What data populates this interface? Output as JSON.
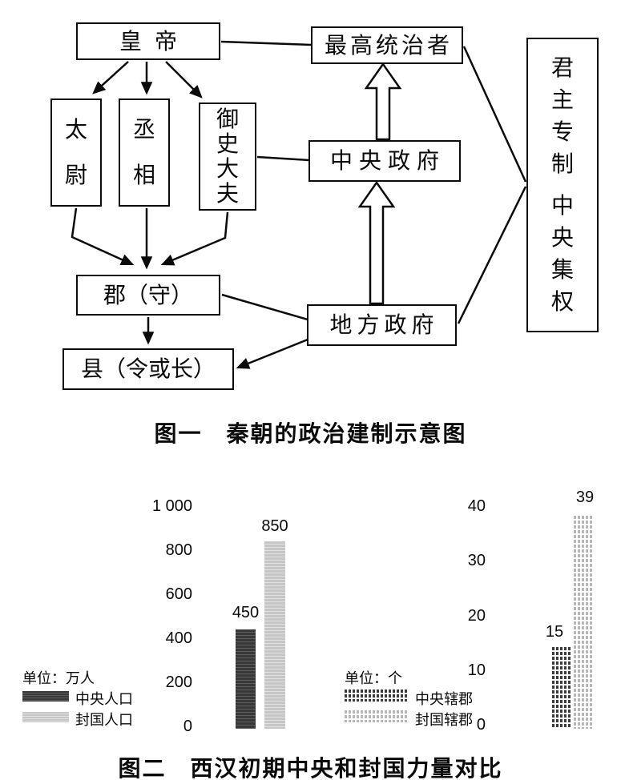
{
  "figure1": {
    "caption": "图一　秦朝的政治建制示意图",
    "nodes": {
      "emperor": "皇帝",
      "supreme_ruler": "最高统治者",
      "taiwei": "太尉",
      "chengxiang": "丞相",
      "yushidafu": "御史大夫",
      "central_gov": "中央政府",
      "commandery": "郡（守）",
      "county": "县（令或长）",
      "local_gov": "地方政府",
      "monarchy_top": "君主专制",
      "monarchy_bottom": "中央集权"
    }
  },
  "figure2": {
    "caption": "图二　西汉初期中央和封国力量对比"
  },
  "chart_data": [
    {
      "type": "bar",
      "unit_label": "单位：万人",
      "categories": [
        "中央人口",
        "封国人口"
      ],
      "values": [
        450,
        850
      ],
      "data_labels": [
        "450",
        "850"
      ],
      "ylim": [
        0,
        1000
      ],
      "yticks": [
        "1 000",
        "800",
        "600",
        "400",
        "200",
        "0"
      ],
      "series_colors": {
        "central": "#3b3b3b",
        "feudal": "#cccccc"
      },
      "legend_position": "left",
      "grid": false
    },
    {
      "type": "bar",
      "unit_label": "单位：个",
      "categories": [
        "中央辖郡",
        "封国辖郡"
      ],
      "values": [
        15,
        39
      ],
      "data_labels": [
        "15",
        "39"
      ],
      "ylim": [
        0,
        40
      ],
      "yticks": [
        "40",
        "30",
        "20",
        "10",
        "0"
      ],
      "series_colors": {
        "central": "#3b3b3b",
        "feudal": "#bbbbbb"
      },
      "legend_position": "left",
      "grid": false
    }
  ]
}
